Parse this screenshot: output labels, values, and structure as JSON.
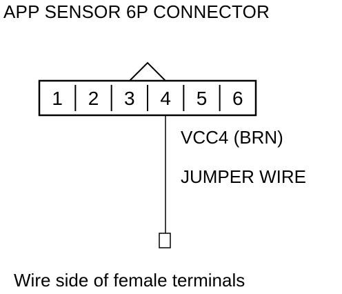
{
  "title": "APP SENSOR 6P CONNECTOR",
  "connector": {
    "pins": [
      "1",
      "2",
      "3",
      "4",
      "5",
      "6"
    ],
    "locking_tab_between": [
      "3",
      "4"
    ],
    "probed_pin": "4"
  },
  "labels": {
    "wire": "VCC4 (BRN)",
    "jumper": "JUMPER WIRE"
  },
  "footer": "Wire side of female terminals"
}
